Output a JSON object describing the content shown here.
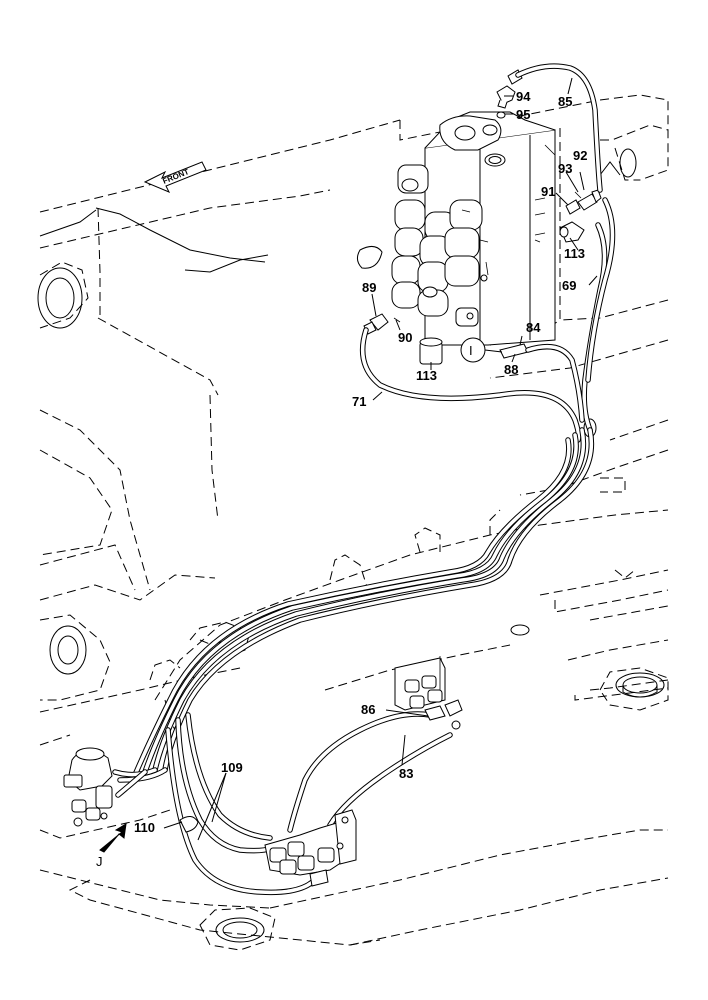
{
  "diagram": {
    "direction_label": "FRONT",
    "view_marker": "J",
    "detail_marker": "I",
    "callouts": {
      "c85": "85",
      "c94": "94",
      "c95": "95",
      "c93": "93",
      "c92": "92",
      "c91": "91",
      "c113a": "113",
      "c69": "69",
      "c89": "89",
      "c90": "90",
      "c84": "84",
      "c113b": "113",
      "c88": "88",
      "c71": "71",
      "c86": "86",
      "c83": "83",
      "c109": "109",
      "c110": "110"
    }
  }
}
